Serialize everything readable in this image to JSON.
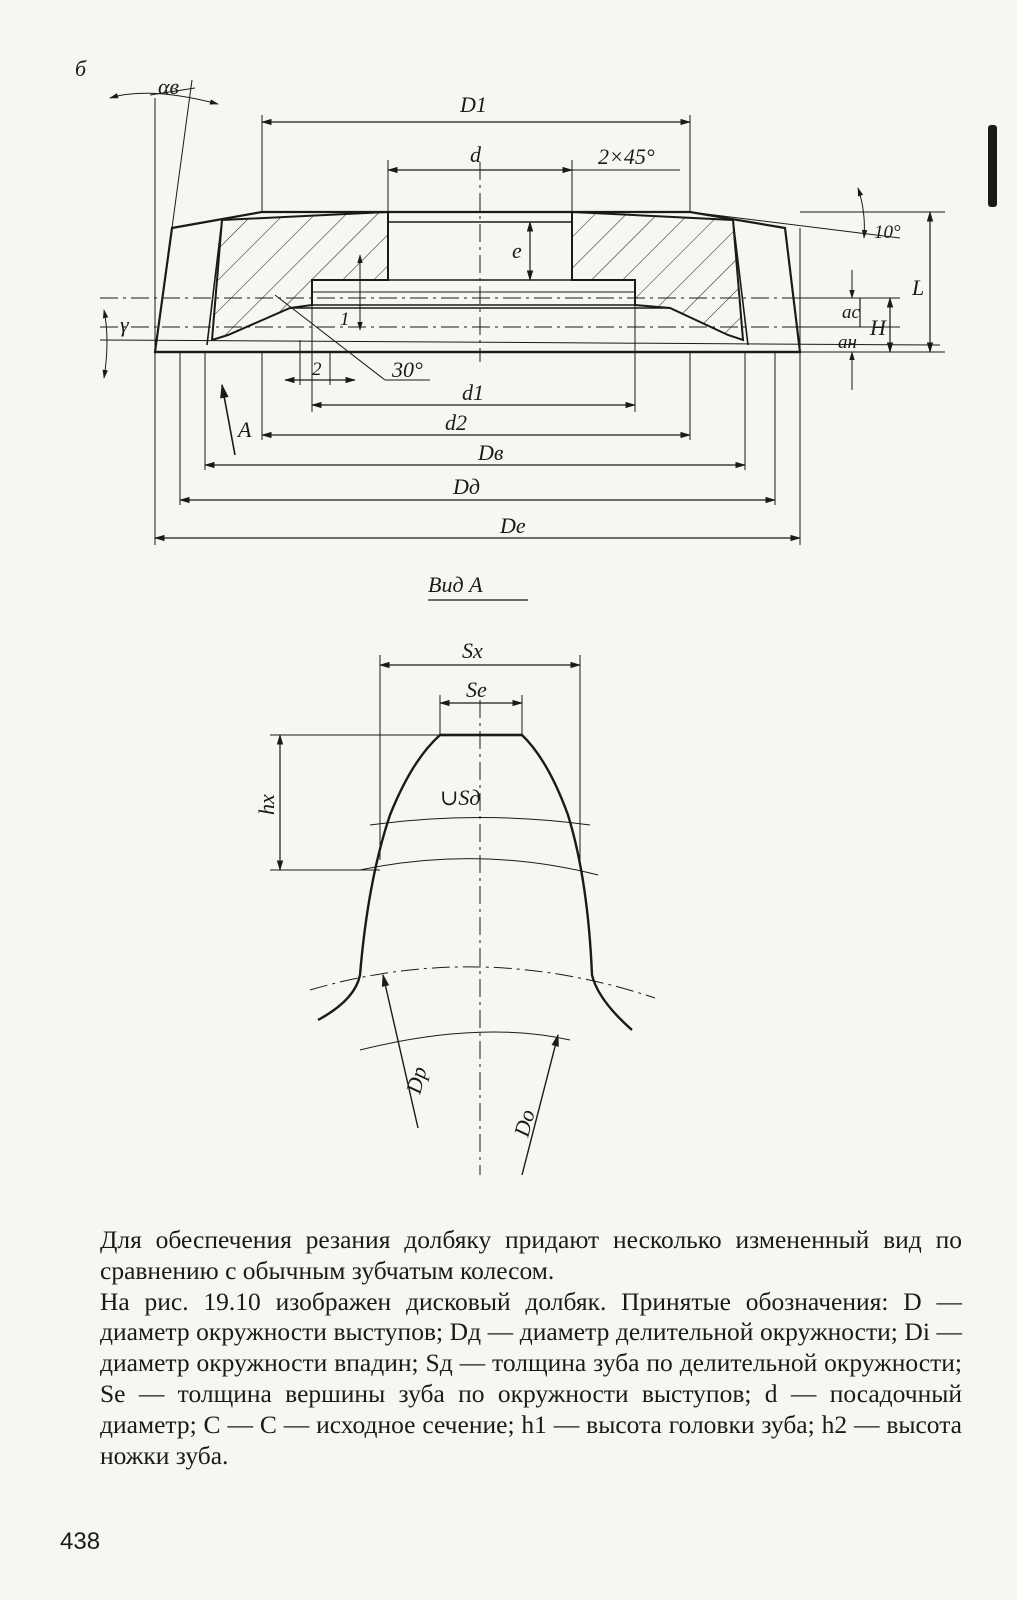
{
  "figure": {
    "panel_letter": "б",
    "section_labels": {
      "alpha_b": "αв",
      "D1": "D1",
      "d": "d",
      "chamfer": "2×45°",
      "angle_10": "10°",
      "e": "e",
      "L": "L",
      "gamma": "γ",
      "a_c": "ac",
      "a_n": "aн",
      "H": "H",
      "one": "1",
      "two": "2",
      "angle_30": "30°",
      "A": "A",
      "d1": "d1",
      "d2": "d2",
      "Db": "Dв",
      "Dd": "Dд",
      "De": "De"
    },
    "view_title": "Вид A",
    "tooth_labels": {
      "Sx": "Sx",
      "Se": "Se",
      "Sd": "∪Sд",
      "hx": "hx",
      "Dp": "Dр",
      "Do": "Do"
    }
  },
  "body": {
    "paragraph1": "Для обеспечения резания долбяку придают несколько измененный вид по сравнению с обычным зубчатым колесом.",
    "paragraph2": "На рис. 19.10 изображен дисковый долбяк. Принятые обозначения: D — диаметр окружности выступов; Dд — диаметр делительной окружности; Di — диаметр окружности впадин; Sд — толщина зуба по делительной окружности; Se — толщина вершины зуба по окружности выступов; d — посадочный диаметр; C — C — исходное сечение; h1 — высота головки зуба; h2 — высота ножки зуба."
  },
  "page_number": "438"
}
